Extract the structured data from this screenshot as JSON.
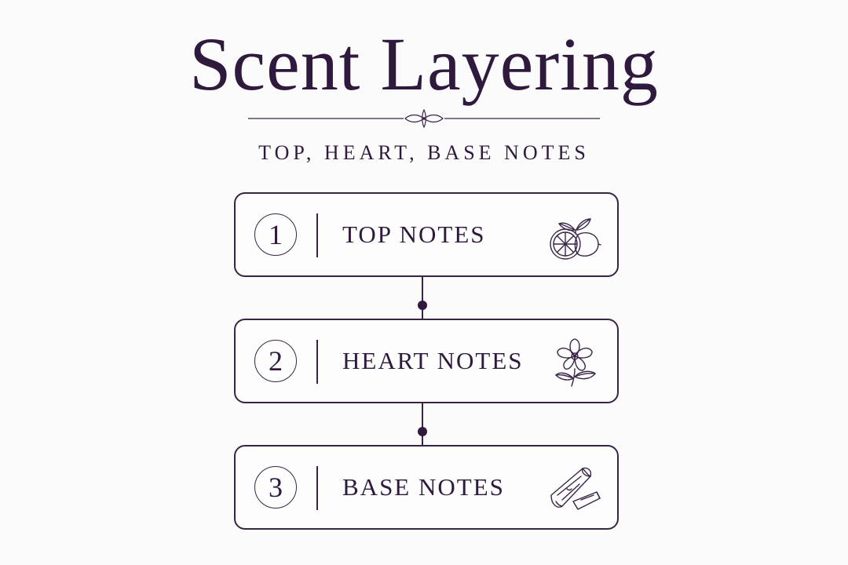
{
  "title": "Scent Layering",
  "subtitle": "TOP, HEART, BASE NOTES",
  "steps": [
    {
      "number": "1",
      "label": "TOP NOTES",
      "icon": "citrus-icon"
    },
    {
      "number": "2",
      "label": "HEART NOTES",
      "icon": "flower-icon"
    },
    {
      "number": "3",
      "label": "BASE NOTES",
      "icon": "wood-icon"
    }
  ],
  "colors": {
    "ink": "#2f1a3e",
    "stroke": "#3a2446",
    "background": "#fbfbfc"
  }
}
